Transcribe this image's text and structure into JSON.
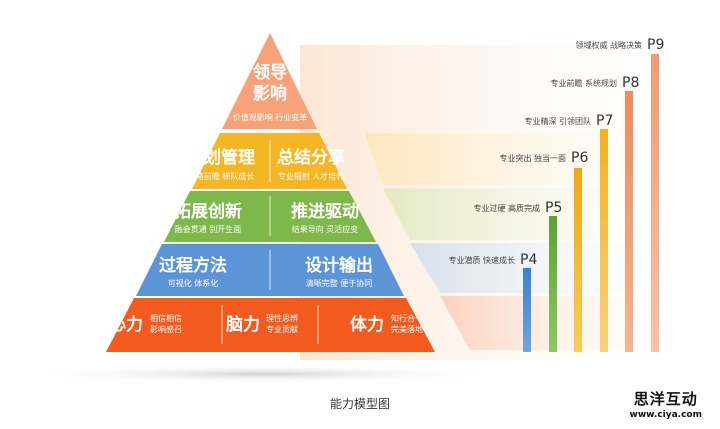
{
  "pyramid": {
    "top": {
      "title_line1": "领导",
      "title_line2": "影响",
      "sub": "价值观影响  行业变革"
    },
    "tier2": {
      "left": {
        "title": "规划管理",
        "sub": "战略前瞻  梯队成长"
      },
      "right": {
        "title": "总结分享",
        "sub": "专业辐射  人才培养"
      }
    },
    "tier3": {
      "left": {
        "title": "拓展创新",
        "sub": "融会贯通  别开生面"
      },
      "right": {
        "title": "推进驱动",
        "sub": "结果导向  灵活应变"
      }
    },
    "tier4": {
      "left": {
        "title": "过程方法",
        "sub": "可视化  体系化"
      },
      "right": {
        "title": "设计输出",
        "sub": "清晰完整  便于协同"
      }
    },
    "tier5": [
      {
        "title": "心力",
        "sub1": "相信相信",
        "sub2": "影响感召"
      },
      {
        "title": "脑力",
        "sub1": "理性思辨",
        "sub2": "专业贡献"
      },
      {
        "title": "体力",
        "sub1": "知行合一",
        "sub2": "完美落地"
      }
    ]
  },
  "levels": [
    {
      "code": "P4",
      "text": "专业潜质  快速成长"
    },
    {
      "code": "P5",
      "text": "专业过硬  高质完成"
    },
    {
      "code": "P6",
      "text": "专业突出  独当一面"
    },
    {
      "code": "P7",
      "text": "专业精深  引领团队"
    },
    {
      "code": "P8",
      "text": "专业前瞻  系统规划"
    },
    {
      "code": "P9",
      "text": "领域权威  战略决策"
    }
  ],
  "caption": "能力模型图",
  "brand": {
    "name": "思洋互动",
    "url": "www.ciya.com"
  },
  "colors": {
    "tier1": "#f7a278",
    "tier2": "#f5b623",
    "tier3": "#7cb84a",
    "tier4": "#5b95d8",
    "tier5": "#f25a1e",
    "bar_blue": "#3b7fd4",
    "bar_green": "#6aad3d",
    "bar_yellow": "#f4b11b",
    "bar_orange": "#f28a5c"
  }
}
